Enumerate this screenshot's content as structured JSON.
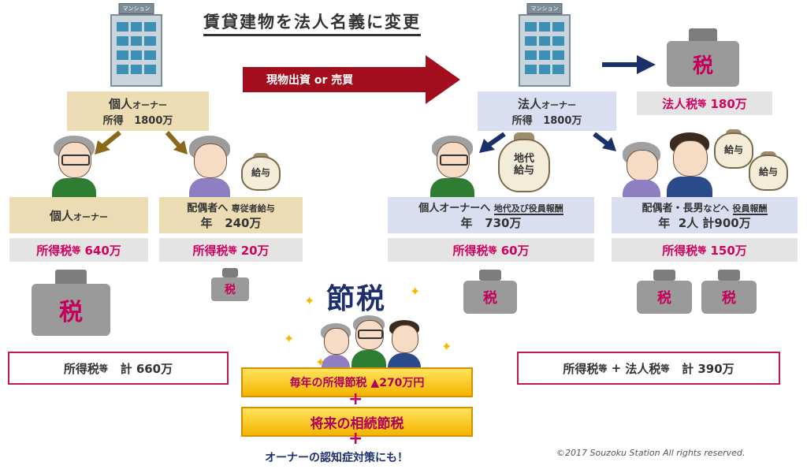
{
  "title": "賃貸建物を法人名義に変更",
  "transfer_label": "現物出資 or 売買",
  "building_sign": "マンション",
  "left": {
    "owner": {
      "name": "個人",
      "name_suffix": "オーナー",
      "income_label": "所得",
      "income_value": "1800万"
    },
    "individual": {
      "name": "個人",
      "name_suffix": "オーナー",
      "tax_label": "所得税",
      "tax_suffix": "等",
      "tax_value": "640万"
    },
    "spouse": {
      "line1": "配偶者へ",
      "line1_small": "専従者給与",
      "line2_label": "年",
      "line2_value": "240万",
      "tax_label": "所得税",
      "tax_suffix": "等",
      "tax_value": "20万",
      "bag": "給与"
    },
    "total": {
      "label": "所得税",
      "suffix": "等",
      "total_label": "計",
      "value": "660万"
    }
  },
  "right": {
    "corp": {
      "name": "法人",
      "name_suffix": "オーナー",
      "income_label": "所得",
      "income_value": "1800万"
    },
    "corp_tax": {
      "label": "法人税",
      "suffix": "等",
      "value": "180万"
    },
    "owner": {
      "line1": "個人オーナーへ",
      "line1_small": "地代及び役員報酬",
      "line2_label": "年",
      "line2_value": "730万",
      "tax_label": "所得税",
      "tax_suffix": "等",
      "tax_value": "60万",
      "bag_line1": "地代",
      "bag_line2": "給与"
    },
    "family": {
      "line1": "配偶者・長男",
      "line1_small1": "などへ",
      "line1_small2": "役員報酬",
      "line2_label": "年",
      "line2_mid": "2人",
      "line2_value": "計900万",
      "tax_label": "所得税",
      "tax_suffix": "等",
      "tax_value": "150万",
      "bag": "給与"
    },
    "total": {
      "label": "所得税",
      "suffix1": "等",
      "plus": "+",
      "label2": "法人税",
      "suffix2": "等",
      "total_label": "計",
      "value": "390万"
    }
  },
  "tax_glyph": "税",
  "center": {
    "headline": "節税",
    "ribbon1": "毎年の所得節税 ▲270万円",
    "plus": "+",
    "ribbon2": "将来の相続節税",
    "plus2": "+",
    "footer": "オーナーの認知症対策にも！"
  },
  "copyright": "©2017 Souzoku Station All rights reserved.",
  "colors": {
    "accent": "#d2005f",
    "arrow_red": "#a30d1d",
    "arrow_navy": "#1b2f6b",
    "arrow_brown": "#8a6a1a",
    "ribbon": "#f5b400"
  }
}
